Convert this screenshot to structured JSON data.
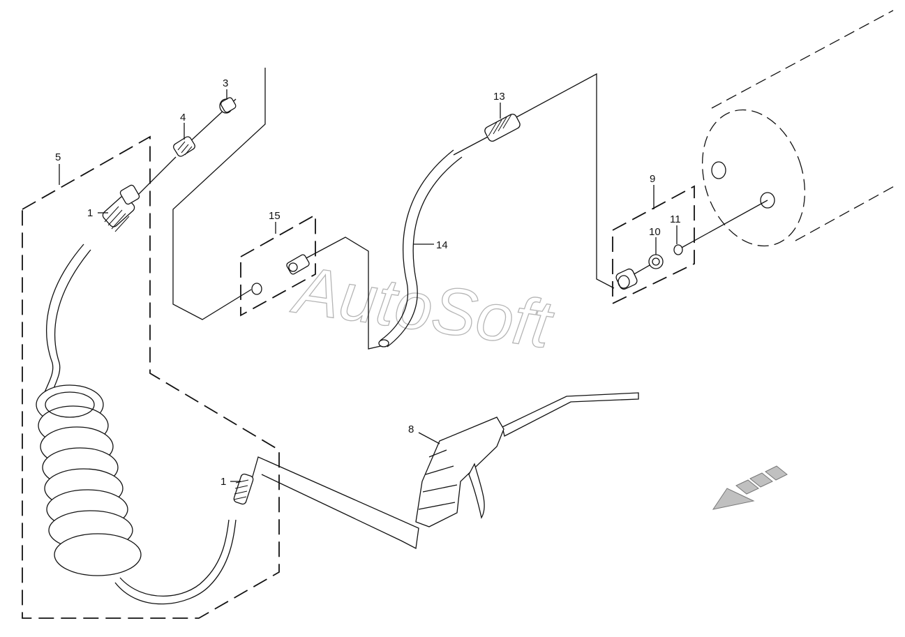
{
  "watermark": "AutoSoft",
  "callouts": {
    "c1a": "1",
    "c1b": "1",
    "c3": "3",
    "c4": "4",
    "c5": "5",
    "c8": "8",
    "c9": "9",
    "c10": "10",
    "c11": "11",
    "c13": "13",
    "c14": "14",
    "c15": "15"
  },
  "icons": {
    "direction_arrow": "front-direction-arrow-icon"
  }
}
